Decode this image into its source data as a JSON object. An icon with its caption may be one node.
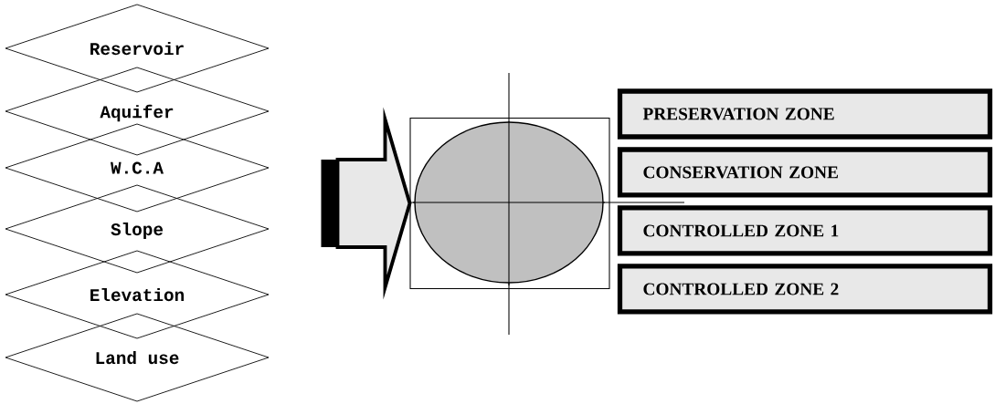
{
  "diagram": {
    "nodes": [
      {
        "text": [
          "Reservoir"
        ]
      },
      {
        "text": [
          "Aquifer"
        ]
      },
      {
        "text": [
          "W.C.A"
        ]
      },
      {
        "text": [
          "Slope"
        ]
      },
      {
        "text": [
          "Elevation"
        ]
      },
      {
        "text": [
          "Land use"
        ]
      },
      {
        "text": [],
        "shape": "box"
      },
      {
        "text": [],
        "shape": "ellipse",
        "in": 6
      },
      {
        "text": [
          "PRESERVATION ZONE"
        ]
      },
      {
        "text": [
          "CONSERVATION ZONE"
        ]
      },
      {
        "text": [
          "CONTROLLED ZONE 1"
        ]
      },
      {
        "text": [
          "CONTROLLED ZONE 2"
        ]
      }
    ],
    "edges": [
      {
        "from": null,
        "to": 6,
        "arrow": "to"
      }
    ]
  }
}
